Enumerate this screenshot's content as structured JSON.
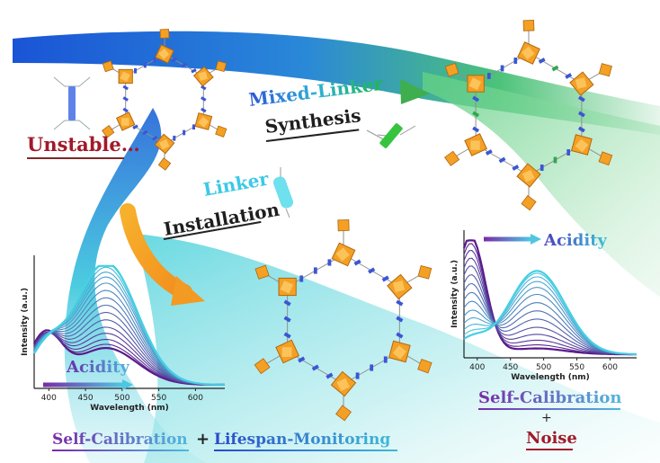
{
  "labels": {
    "unstable": "Unstable…",
    "mixed_linker": "Mixed-Linker",
    "synthesis": "Synthesis",
    "linker": "Linker",
    "installation": "Installation",
    "self_calibration_left": "Self-Calibration",
    "plus_bottom": "+",
    "lifespan_monitoring": "Lifespan-Monitoring",
    "self_calibration_right": "Self-Calibration",
    "plus_right": "+",
    "noise": "Noise"
  },
  "colors": {
    "flow_blue": "#1f63d8",
    "flow_cyan": "#39c8de",
    "flow_green": "#48c970",
    "arrow_orange": "#f2a129",
    "node_orange": "#f3a024",
    "linker_blue": "#3b56d4",
    "linker_green": "#2ea84c",
    "red_text": "#a11a2a"
  },
  "chart_data": [
    {
      "type": "line",
      "xlabel": "Wavelength (nm)",
      "ylabel": "Intensity (a.u.)",
      "x_ticks": [
        400,
        450,
        500,
        550,
        600
      ],
      "xlim": [
        380,
        640
      ],
      "annotation": "Acidity",
      "series_count": 16,
      "color_ramp": [
        "#5b1a8a",
        "#46d0e4"
      ],
      "series": [
        {
          "peak_x": 395,
          "peak_y": 0.4,
          "shoulder_x": 478,
          "shoulder_y": 0.3
        },
        {
          "peak_x": 395,
          "peak_y": 0.38,
          "shoulder_x": 478,
          "shoulder_y": 0.33
        },
        {
          "peak_x": 395,
          "peak_y": 0.37,
          "shoulder_x": 478,
          "shoulder_y": 0.37
        },
        {
          "peak_x": 395,
          "peak_y": 0.36,
          "shoulder_x": 478,
          "shoulder_y": 0.42
        },
        {
          "peak_x": 395,
          "peak_y": 0.35,
          "shoulder_x": 478,
          "shoulder_y": 0.47
        },
        {
          "peak_x": 395,
          "peak_y": 0.34,
          "shoulder_x": 478,
          "shoulder_y": 0.53
        },
        {
          "peak_x": 395,
          "peak_y": 0.33,
          "shoulder_x": 478,
          "shoulder_y": 0.59
        },
        {
          "peak_x": 395,
          "peak_y": 0.32,
          "shoulder_x": 478,
          "shoulder_y": 0.65
        },
        {
          "peak_x": 395,
          "peak_y": 0.31,
          "shoulder_x": 478,
          "shoulder_y": 0.71
        },
        {
          "peak_x": 395,
          "peak_y": 0.3,
          "shoulder_x": 478,
          "shoulder_y": 0.77
        },
        {
          "peak_x": 395,
          "peak_y": 0.29,
          "shoulder_x": 478,
          "shoulder_y": 0.83
        },
        {
          "peak_x": 395,
          "peak_y": 0.28,
          "shoulder_x": 478,
          "shoulder_y": 0.88
        },
        {
          "peak_x": 395,
          "peak_y": 0.27,
          "shoulder_x": 478,
          "shoulder_y": 0.92
        },
        {
          "peak_x": 395,
          "peak_y": 0.26,
          "shoulder_x": 478,
          "shoulder_y": 0.96
        },
        {
          "peak_x": 395,
          "peak_y": 0.25,
          "shoulder_x": 478,
          "shoulder_y": 0.99
        },
        {
          "peak_x": 395,
          "peak_y": 0.24,
          "shoulder_x": 478,
          "shoulder_y": 1.0
        }
      ]
    },
    {
      "type": "line",
      "xlabel": "Wavelength (nm)",
      "ylabel": "Intensity (a.u.)",
      "x_ticks": [
        400,
        450,
        500,
        550,
        600
      ],
      "xlim": [
        380,
        640
      ],
      "annotation": "Acidity",
      "series_count": 14,
      "color_ramp": [
        "#5b1a8a",
        "#46d0e4"
      ],
      "series": [
        {
          "peak_x": 390,
          "peak_y": 1.0,
          "shoulder_x": 490,
          "shoulder_y": 0.05
        },
        {
          "peak_x": 390,
          "peak_y": 0.94,
          "shoulder_x": 490,
          "shoulder_y": 0.08
        },
        {
          "peak_x": 390,
          "peak_y": 0.88,
          "shoulder_x": 490,
          "shoulder_y": 0.12
        },
        {
          "peak_x": 390,
          "peak_y": 0.81,
          "shoulder_x": 490,
          "shoulder_y": 0.17
        },
        {
          "peak_x": 390,
          "peak_y": 0.74,
          "shoulder_x": 490,
          "shoulder_y": 0.23
        },
        {
          "peak_x": 390,
          "peak_y": 0.66,
          "shoulder_x": 490,
          "shoulder_y": 0.3
        },
        {
          "peak_x": 390,
          "peak_y": 0.58,
          "shoulder_x": 490,
          "shoulder_y": 0.37
        },
        {
          "peak_x": 390,
          "peak_y": 0.5,
          "shoulder_x": 490,
          "shoulder_y": 0.44
        },
        {
          "peak_x": 390,
          "peak_y": 0.42,
          "shoulder_x": 490,
          "shoulder_y": 0.51
        },
        {
          "peak_x": 390,
          "peak_y": 0.34,
          "shoulder_x": 490,
          "shoulder_y": 0.57
        },
        {
          "peak_x": 390,
          "peak_y": 0.27,
          "shoulder_x": 490,
          "shoulder_y": 0.62
        },
        {
          "peak_x": 390,
          "peak_y": 0.21,
          "shoulder_x": 490,
          "shoulder_y": 0.66
        },
        {
          "peak_x": 390,
          "peak_y": 0.16,
          "shoulder_x": 490,
          "shoulder_y": 0.69
        },
        {
          "peak_x": 390,
          "peak_y": 0.12,
          "shoulder_x": 490,
          "shoulder_y": 0.71
        }
      ]
    }
  ]
}
